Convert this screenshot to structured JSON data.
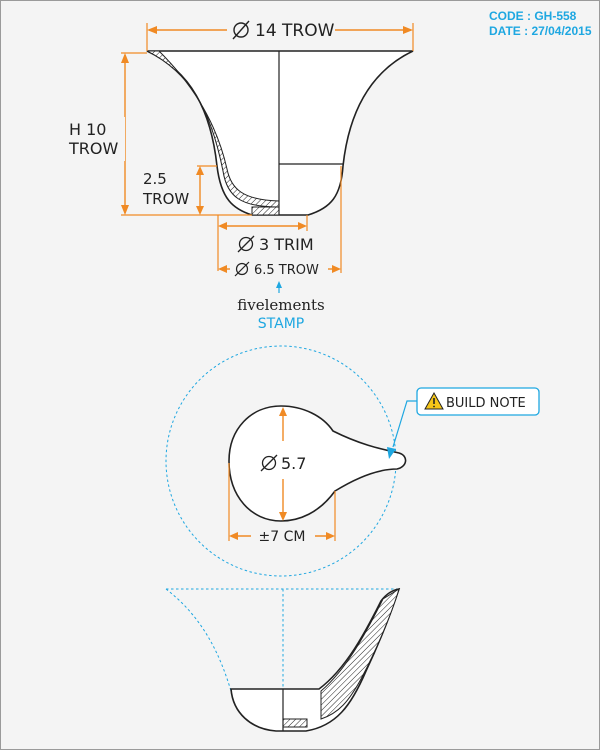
{
  "sheet": {
    "code": "CODE : GH-558",
    "date": "DATE : 27/04/2015"
  },
  "top_view_dimensions": {
    "top_diameter": "14 TROW",
    "height_line1": "H 10",
    "height_line2": "TROW",
    "foot_height_line1": "2.5",
    "foot_height_line2": "TROW",
    "trim_diameter": "3 TRIM",
    "base_diameter": "6.5 TROW"
  },
  "stamp": {
    "mark": "fivelements",
    "label": "STAMP"
  },
  "plan_view_dimensions": {
    "bowl_diameter": "5.7",
    "width": "±7 CM"
  },
  "callout": {
    "text": "BUILD NOTE"
  },
  "colors": {
    "dimension_line": "#f08a24",
    "annotation_blue": "#1ea7e1",
    "outline": "#222222",
    "sheet_background": "#f4f4f4"
  }
}
